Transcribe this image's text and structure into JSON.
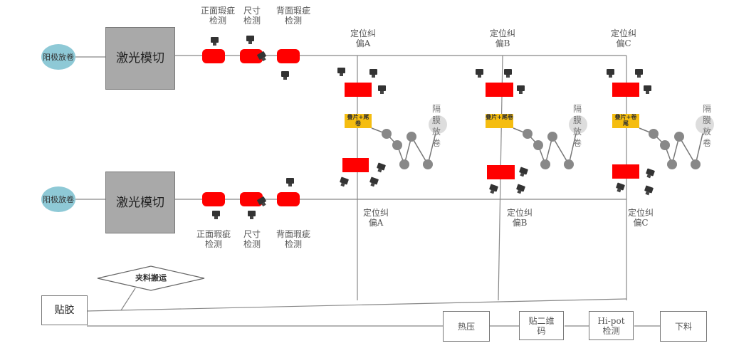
{
  "rows": {
    "top": {
      "anode": "阳极放卷",
      "cut": "激光模切",
      "front": "正面瑕疵检测",
      "size": "尺寸检测",
      "back": "背面瑕疵检测"
    },
    "bottom": {
      "anode": "阳极放卷",
      "cut": "激光模切",
      "front": "正面瑕疵检测",
      "size": "尺寸检测",
      "back": "背面瑕疵检测"
    }
  },
  "stations": [
    {
      "top_label": "定位纠偏A",
      "bottom_label": "定位纠偏A",
      "stack": "叠片+尾卷",
      "separator": "隔膜放卷"
    },
    {
      "top_label": "定位纠偏B",
      "bottom_label": "定位纠偏B",
      "stack": "叠片+尾卷",
      "separator": "隔膜放卷"
    },
    {
      "top_label": "定位纠偏C",
      "bottom_label": "定位纠偏C",
      "stack": "叠片+卷尾",
      "separator": "隔膜放卷"
    }
  ],
  "downstream": {
    "tape": "贴胶",
    "transfer": "夹料搬运",
    "hot_press": "热压",
    "qr": "贴二维码",
    "hipot": "Hi-pot检测",
    "unload": "下料"
  },
  "colors": {
    "anode": "#8ec9d6",
    "inspection": "#ff0000",
    "stack": "#f5bd10",
    "cutter": "#a9a9a9"
  }
}
